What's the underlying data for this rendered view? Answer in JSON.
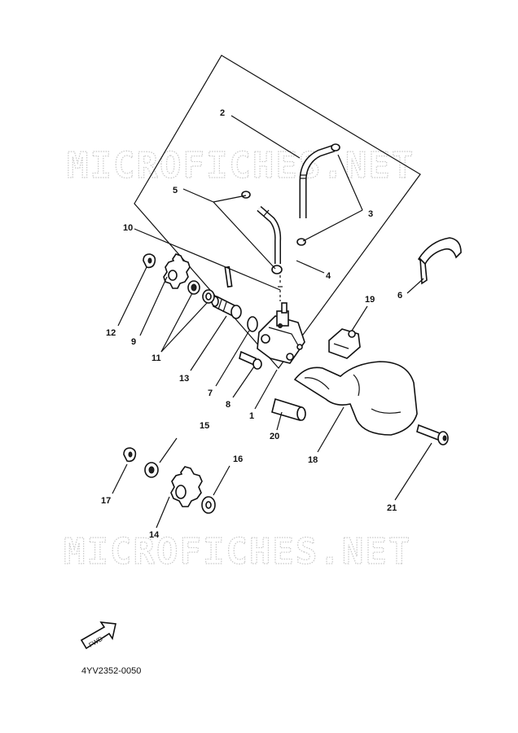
{
  "watermark": "MICROFICHES.NET",
  "diagram_code": "4YV2352-0050",
  "fwd_label": "FWD",
  "callouts": {
    "p1": "1",
    "p2": "2",
    "p3": "3",
    "p4": "4",
    "p5": "5",
    "p6": "6",
    "p7": "7",
    "p8": "8",
    "p9": "9",
    "p10": "10",
    "p11": "11",
    "p12": "12",
    "p13": "13",
    "p14": "14",
    "p15": "15",
    "p16": "16",
    "p17": "17",
    "p18": "18",
    "p19": "19",
    "p20": "20",
    "p21": "21"
  }
}
